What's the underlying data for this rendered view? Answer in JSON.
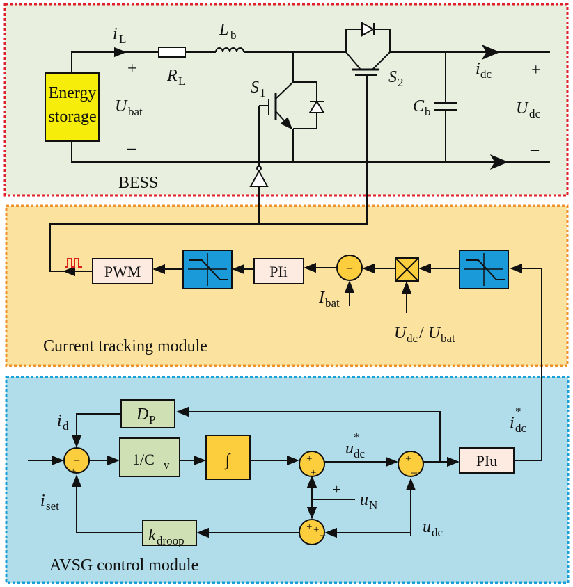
{
  "colors": {
    "bess_bg": "#e8efdf",
    "bess_border": "#e0202a",
    "tracking_bg": "#fbe39f",
    "tracking_border": "#f0922c",
    "avsg_bg": "#b1dcea",
    "avsg_border": "#1aa0d8",
    "energy_block": "#f6ee0a",
    "limiter_block": "#1a9ad8",
    "sum_junction": "#fccd3d",
    "pink_block": "#fdebe1",
    "green_block": "#cfe1b4",
    "integrator_block": "#fccd3d",
    "pwm_symbol": "#e02020"
  },
  "bess": {
    "module_label": "BESS",
    "energy_storage": [
      "Energy",
      "storage"
    ],
    "iL": {
      "main": "i",
      "sub": "L"
    },
    "RL": {
      "main": "R",
      "sub": "L"
    },
    "Lb": {
      "main": "L",
      "sub": "b"
    },
    "S1": {
      "main": "S",
      "sub": "1"
    },
    "S2": {
      "main": "S",
      "sub": "2"
    },
    "Ubat": {
      "main": "U",
      "sub": "bat"
    },
    "Cb": {
      "main": "C",
      "sub": "b"
    },
    "idc": {
      "main": "i",
      "sub": "dc"
    },
    "Udc": {
      "main": "U",
      "sub": "dc"
    },
    "plus": "+",
    "minus": "–"
  },
  "tracking": {
    "module_label": "Current tracking module",
    "pwm": "PWM",
    "pii": "PIi",
    "Ibat": {
      "main": "I",
      "sub": "bat"
    },
    "ratio": {
      "num_main": "U",
      "num_sub": "dc",
      "slash": "/",
      "den_main": "U",
      "den_sub": "bat"
    },
    "minus_sign": "−"
  },
  "avsg": {
    "module_label": "AVSG control module",
    "dp": {
      "main": "D",
      "sub": "P"
    },
    "cv": {
      "main": "1/C",
      "sub": "v"
    },
    "integral": "∫",
    "piu": "PIu",
    "kdroop": {
      "main": "k",
      "sub": "droop"
    },
    "id": {
      "main": "i",
      "sub": "d"
    },
    "iset": {
      "main": "i",
      "sub": "set"
    },
    "udc_star": {
      "main": "u",
      "sub": "dc",
      "sup": "*"
    },
    "idc_star": {
      "main": "i",
      "sub": "dc",
      "sup": "*"
    },
    "uN": {
      "main": "u",
      "sub": "N"
    },
    "udc": {
      "main": "u",
      "sub": "dc"
    },
    "plus": "+",
    "minus": "−"
  }
}
